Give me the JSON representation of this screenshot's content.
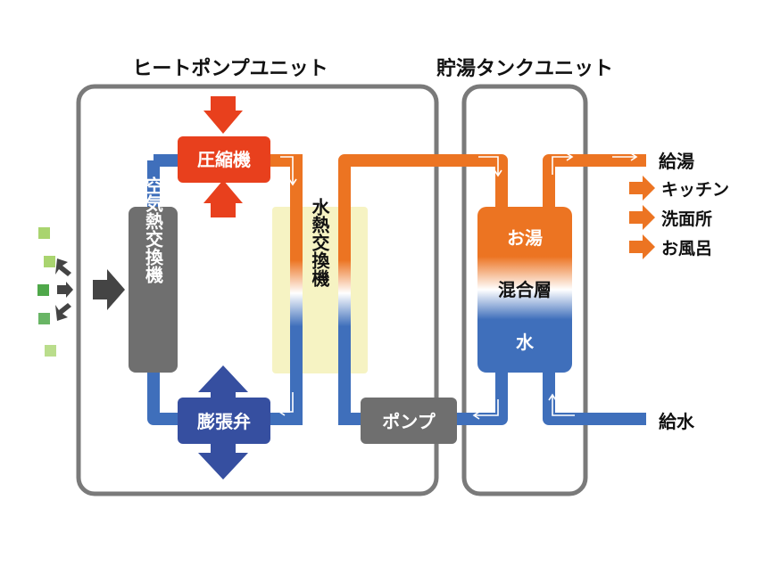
{
  "units": {
    "heat_pump": "ヒートポンプユニット",
    "storage_tank": "貯湯タンクユニット"
  },
  "components": {
    "compressor": "圧縮機",
    "air_heat_exchanger": "空気熱交換機",
    "expansion_valve": "膨張弁",
    "water_heat_exchanger": "水熱交換機",
    "pump": "ポンプ"
  },
  "tank": {
    "hot_water": "お湯",
    "mixed_layer": "混合層",
    "water": "水"
  },
  "outputs": {
    "hot_supply": "給湯",
    "destinations": [
      "キッチン",
      "洗面所",
      "お風呂"
    ],
    "water_supply": "給水"
  },
  "colors": {
    "hot_pipe": "#ec7422",
    "cold_pipe": "#3f6fbb",
    "compressor": "#e8401d",
    "valve": "#364fa0",
    "unit_border": "#7a7a7a",
    "component_gray": "#6f6f6f",
    "exchanger_bg": "#f6f3c3",
    "air_particles": "#8cc63f"
  }
}
